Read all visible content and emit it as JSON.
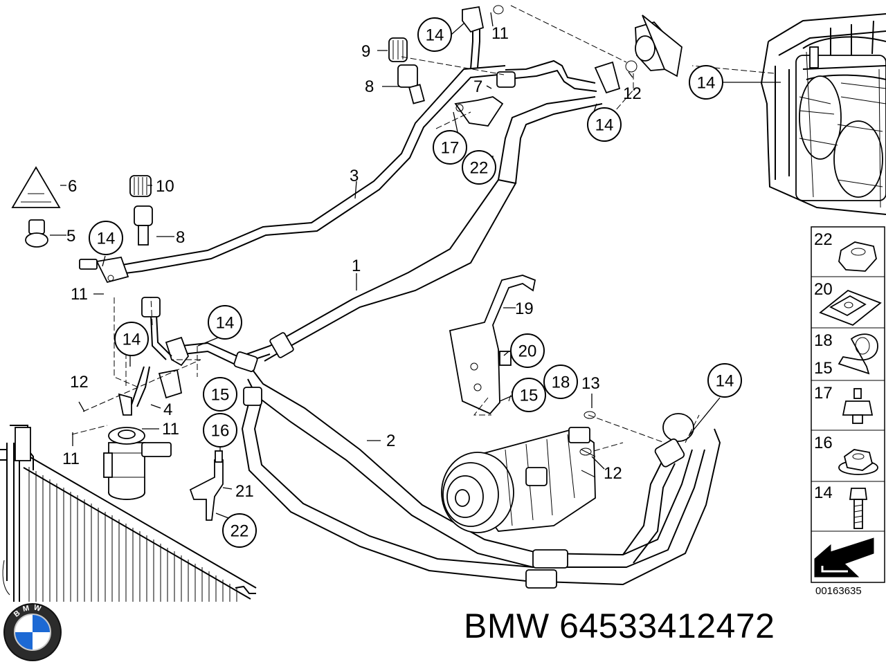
{
  "labels": {
    "c14_top": "14",
    "l11_top": "11",
    "l9": "9",
    "l8_top": "8",
    "l7": "7",
    "l12_top": "12",
    "c14_right": "14",
    "c14_mid": "14",
    "c17": "17",
    "c22_mid": "22",
    "l6": "6",
    "l10": "10",
    "l5": "5",
    "l8_left": "8",
    "c14_left": "14",
    "l3": "3",
    "l11_left": "11",
    "l1": "1",
    "c14_lmid": "14",
    "c14_lmid2": "14",
    "l19": "19",
    "l12_left": "12",
    "c20": "20",
    "l4": "4",
    "l11_low": "11",
    "l11_low2": "11",
    "c15_a": "15",
    "c18": "18",
    "c15_b": "15",
    "l13": "13",
    "c14_br": "14",
    "c16": "16",
    "l2": "2",
    "l21": "21",
    "c22_low": "22",
    "l12_low": "12"
  },
  "legend": {
    "items": [
      {
        "num": "22",
        "icon": "hex-nut-icon"
      },
      {
        "num": "20",
        "icon": "clip-nut-icon"
      },
      {
        "num": "18",
        "num2": "15",
        "icon": "pipe-clamp-icon"
      },
      {
        "num": "17",
        "icon": "rubber-mount-icon"
      },
      {
        "num": "16",
        "icon": "flange-nut-icon"
      },
      {
        "num": "14",
        "icon": "bolt-icon"
      },
      {
        "num": "",
        "icon": "direction-arrow-icon"
      }
    ],
    "doc_number": "00163635"
  },
  "brand": {
    "logo_text": "BMW",
    "part_number_text": "BMW 64533412472"
  }
}
